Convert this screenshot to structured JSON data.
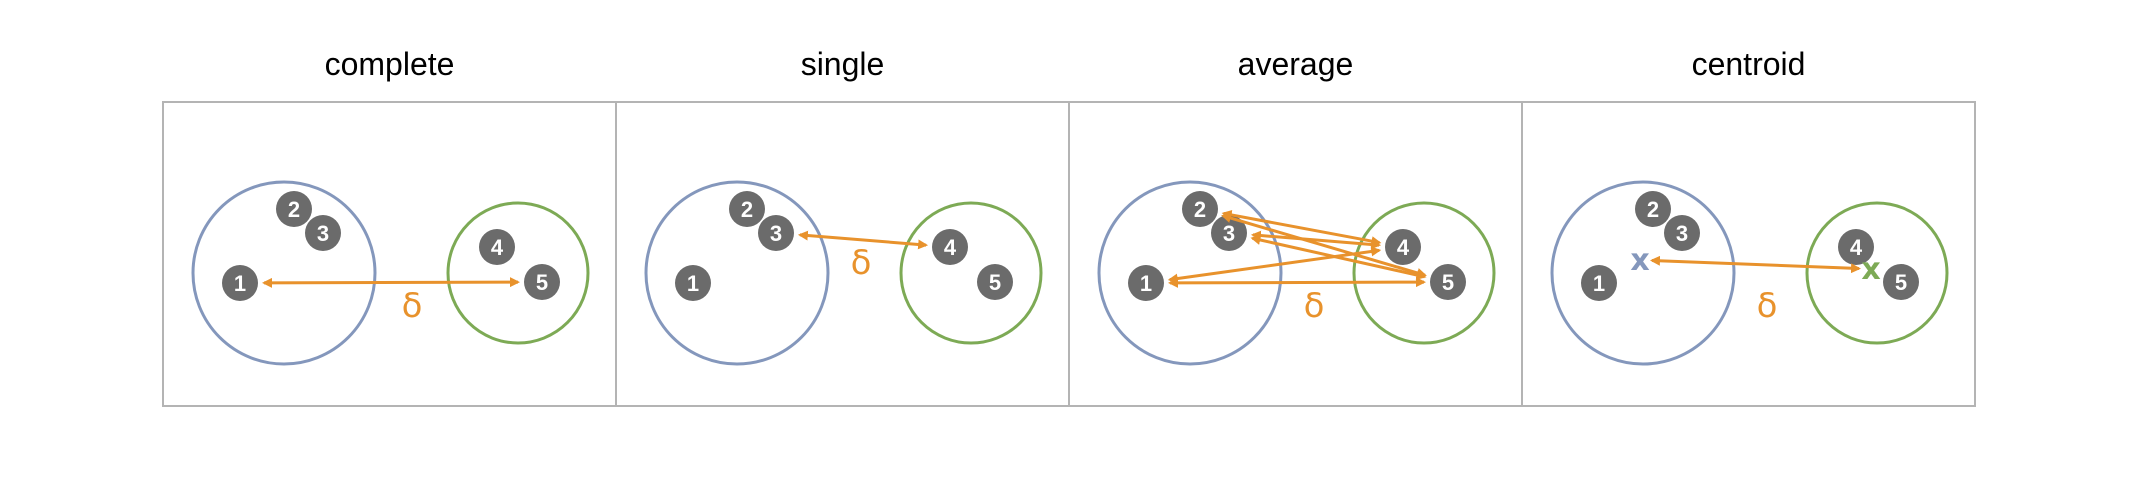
{
  "panels": [
    {
      "title": "complete",
      "points": [
        "1",
        "2",
        "3",
        "4",
        "5"
      ],
      "delta": "δ",
      "links": [
        [
          "1",
          "5"
        ]
      ]
    },
    {
      "title": "single",
      "points": [
        "1",
        "2",
        "3",
        "4",
        "5"
      ],
      "delta": "δ",
      "links": [
        [
          "3",
          "4"
        ]
      ]
    },
    {
      "title": "average",
      "points": [
        "1",
        "2",
        "3",
        "4",
        "5"
      ],
      "delta": "δ",
      "links": [
        [
          "2",
          "4"
        ],
        [
          "2",
          "5"
        ],
        [
          "3",
          "4"
        ],
        [
          "3",
          "5"
        ],
        [
          "1",
          "4"
        ],
        [
          "1",
          "5"
        ]
      ]
    },
    {
      "title": "centroid",
      "points": [
        "1",
        "2",
        "3",
        "4",
        "5"
      ],
      "delta": "δ",
      "centroid_marks": [
        "x",
        "x"
      ],
      "links": [
        [
          "centroid-a",
          "centroid-b"
        ]
      ]
    }
  ],
  "colors": {
    "cluster_a": "#8497BC",
    "cluster_b": "#7DAA55",
    "point": "#6B6B6B",
    "arrow": "#E8922C",
    "frame": "#B4B4B4"
  }
}
